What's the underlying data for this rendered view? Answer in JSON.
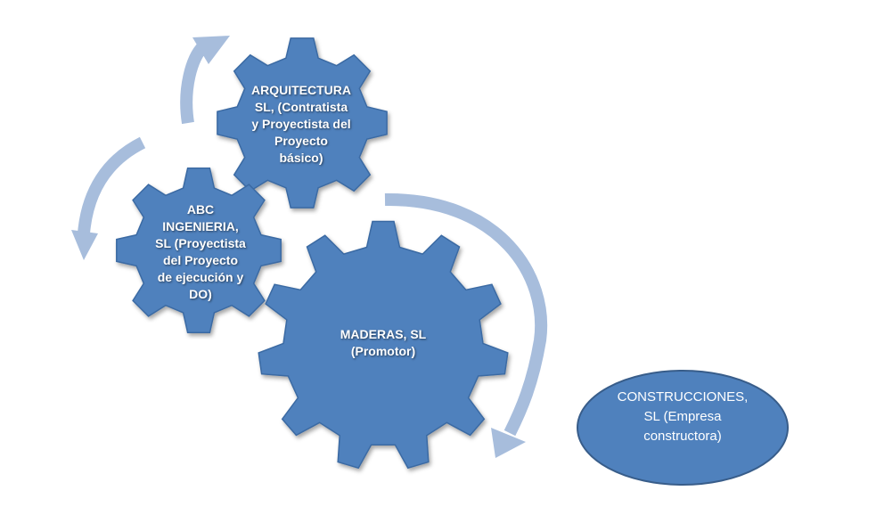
{
  "colors": {
    "gear_fill": "#4f81bd",
    "gear_stroke": "#3b6aa3",
    "arrow": "#a7bddc",
    "ellipse_fill": "#4f81bd",
    "ellipse_stroke": "#385d8a"
  },
  "nodes": {
    "arquitectura": {
      "lines": [
        "ARQUITECTURA",
        "SL, (Contratista",
        "y Proyectista del",
        "Proyecto",
        "básico)"
      ]
    },
    "abc": {
      "lines": [
        "ABC",
        "INGENIERIA,",
        "SL (Proyectista",
        "del Proyecto",
        "de ejecución y",
        "DO)"
      ]
    },
    "maderas": {
      "lines": [
        "MADERAS, SL",
        "(Promotor)"
      ]
    },
    "construcciones": {
      "lines": [
        "CONSTRUCCIONES,",
        "SL (Empresa",
        "constructora)"
      ]
    }
  }
}
